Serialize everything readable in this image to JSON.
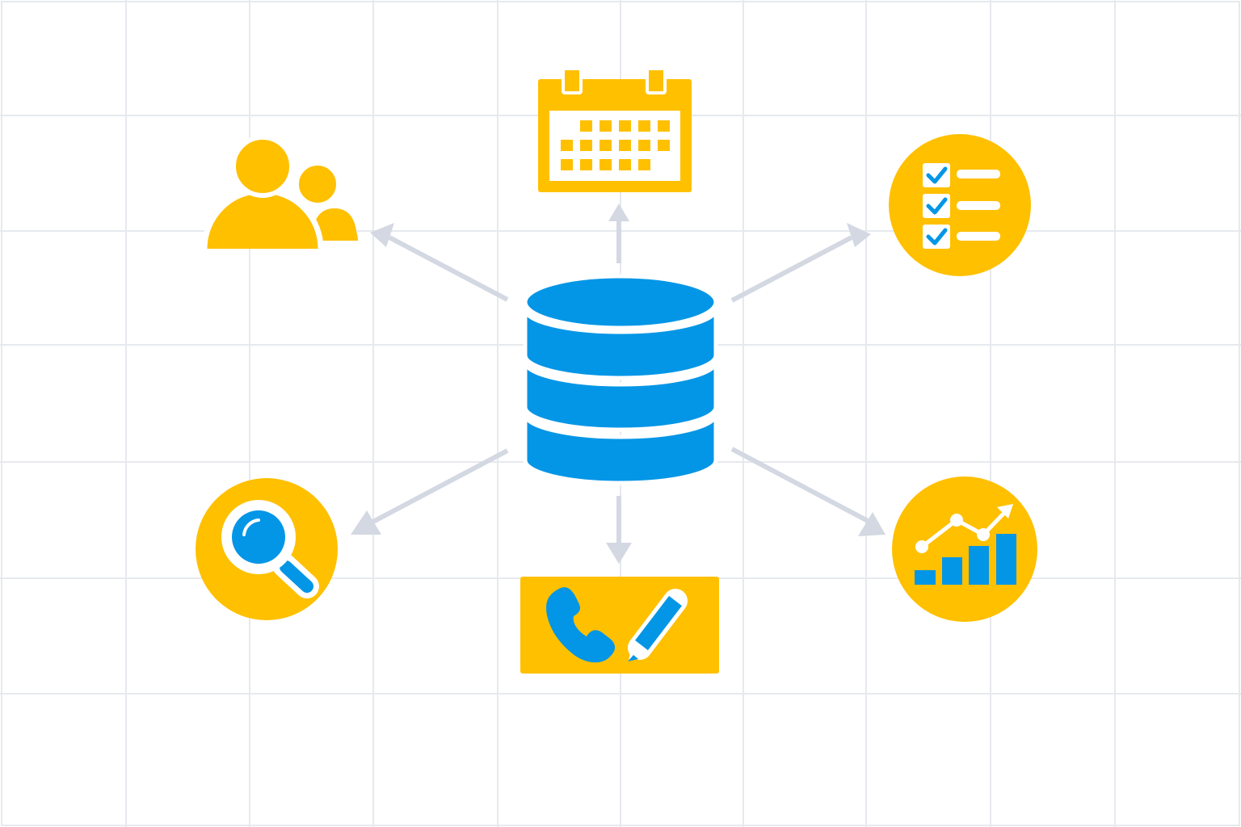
{
  "diagram": {
    "hub": {
      "icon": "database-icon",
      "color": "#0496E6"
    },
    "accent_color": "#FFC000",
    "icon_detail_color": "#0496E6",
    "arrow_color": "#D3D8E2",
    "grid_color": "#E6E9EE",
    "background_color": "#FFFFFF",
    "spokes": [
      {
        "icon": "users-icon",
        "direction": "up-left"
      },
      {
        "icon": "calendar-icon",
        "direction": "up"
      },
      {
        "icon": "checklist-icon",
        "direction": "up-right"
      },
      {
        "icon": "search-icon",
        "direction": "down-left"
      },
      {
        "icon": "phone-edit-icon",
        "direction": "down"
      },
      {
        "icon": "analytics-chart-icon",
        "direction": "down-right"
      }
    ]
  }
}
